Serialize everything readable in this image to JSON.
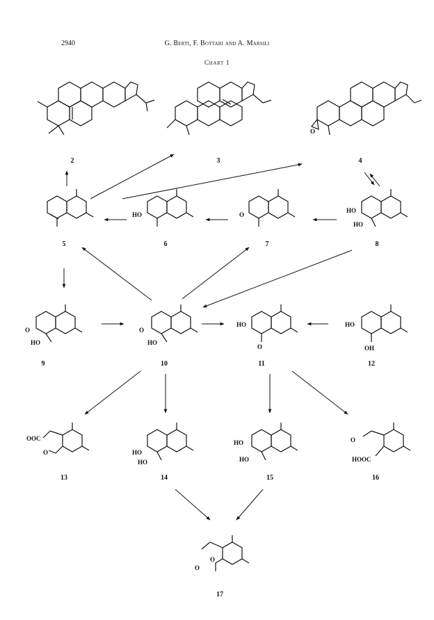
{
  "header": {
    "page_number": "2940",
    "authors": "G. Berti, F. Bottari and A. Marsili",
    "chart_title": "Chart 1"
  },
  "compounds": [
    "2",
    "3",
    "4",
    "5",
    "6",
    "7",
    "8",
    "9",
    "10",
    "11",
    "12",
    "13",
    "14",
    "15",
    "16",
    "17"
  ],
  "labels": {
    "ho": "HO",
    "o": "O",
    "oh": "OH",
    "ooc": "OOC",
    "hooc": "HOOC"
  }
}
